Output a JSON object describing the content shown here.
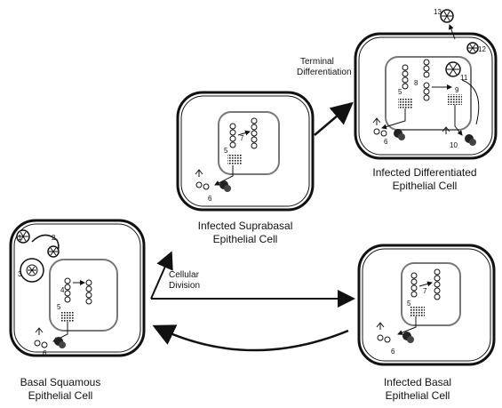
{
  "cells": {
    "basal_squamous": {
      "line1": "Basal Squamous",
      "line2": "Epithelial Cell"
    },
    "suprabasal": {
      "line1": "Infected Suprabasal",
      "line2": "Epithelial Cell"
    },
    "differentiated": {
      "line1": "Infected Differentiated",
      "line2": "Epithelial Cell"
    },
    "basal": {
      "line1": "Infected Basal",
      "line2": "Epithelial Cell"
    }
  },
  "arrows": {
    "terminal": {
      "line1": "Terminal",
      "line2": "Differentiation"
    },
    "division": {
      "line1": "Cellular",
      "line2": "Division"
    }
  },
  "steps": [
    "1",
    "2",
    "3",
    "4",
    "5",
    "6",
    "7",
    "8",
    "9",
    "10",
    "11",
    "12",
    "13"
  ]
}
